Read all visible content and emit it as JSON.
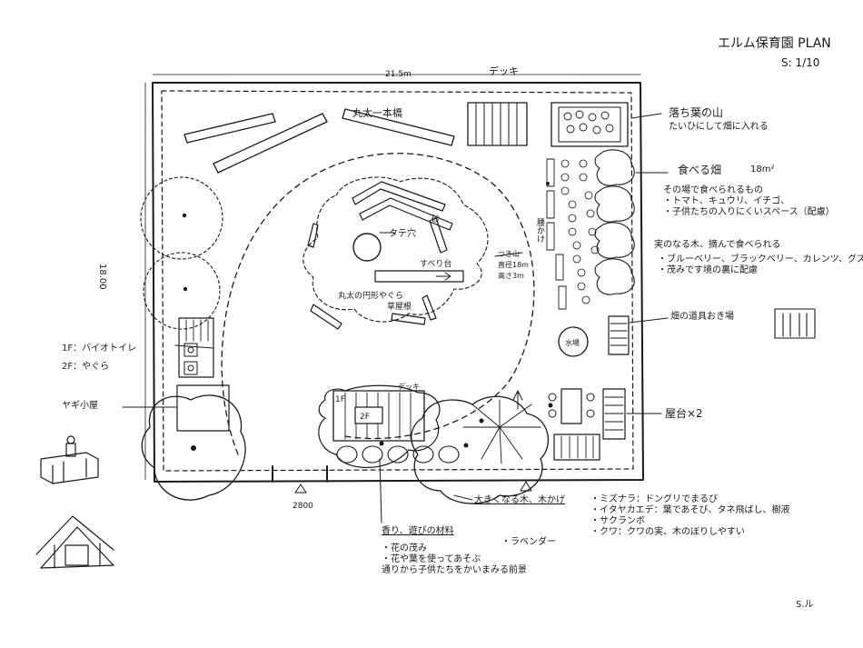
{
  "title": "エルム保育園 PLAN",
  "scale": "S: 1/10",
  "dimensions": {
    "width": "21.5m",
    "height": "18.00",
    "gap": "2800"
  },
  "labels": {
    "deck_top": "デッキ",
    "log_bridge": "丸太一本橋",
    "well": "タテ穴",
    "slide": "すべり台",
    "sand_pit": "砂",
    "mountain_line1": "つき山",
    "mountain_line2": "直径18m",
    "mountain_line3": "高さ3m",
    "circle_roof_line1": "丸太の円形やぐら",
    "circle_roof_line2": "草屋根",
    "side_bench": "腰かけ",
    "water": "水場",
    "deck_bottom": "デッキ",
    "floor_1f": "1F",
    "floor_2f": "2F",
    "left_1f": "1F：バイオトイレ",
    "left_2f": "2F：やぐら",
    "goat_house": "ヤギ小屋"
  },
  "annotations": {
    "compost_title": "落ち葉の山",
    "compost_sub": "たいひにして畑に入れる",
    "field_title": "食べる畑",
    "field_area": "18m²",
    "field_notes": [
      "その場で食べられるもの",
      "・トマト、キュウリ、イチゴ、",
      "・子供たちの入りにくいスペース（配慮）"
    ],
    "fruit_title": "実のなる木、摘んで食べられる",
    "fruit_notes": [
      "・ブルーベリー、ブラックベリー、カレンツ、グズベリ",
      "・茂みです境の裏に配慮"
    ],
    "tool_shed": "畑の道具おき場",
    "stall": "屋台×2",
    "big_tree_title": "大きくなる木、木かげ",
    "big_tree_notes": [
      "・ミズナラ：ドングリでまるび",
      "・イタヤカエデ：葉であそび、タネ飛ばし、樹液",
      "・サクランボ",
      "・クワ：クワの実、木のぼりしやすい"
    ],
    "shrub_title": "香り、遊びの材料",
    "shrub_notes": [
      "・花の茂み",
      "・花や葉を使ってあそぶ",
      "通りから子供たちをかいまみる前景"
    ],
    "lavender": "・ラベンダー",
    "signature": "S.ル"
  },
  "colors": {
    "ink": "#1a1a1a",
    "paper": "#ffffff"
  }
}
